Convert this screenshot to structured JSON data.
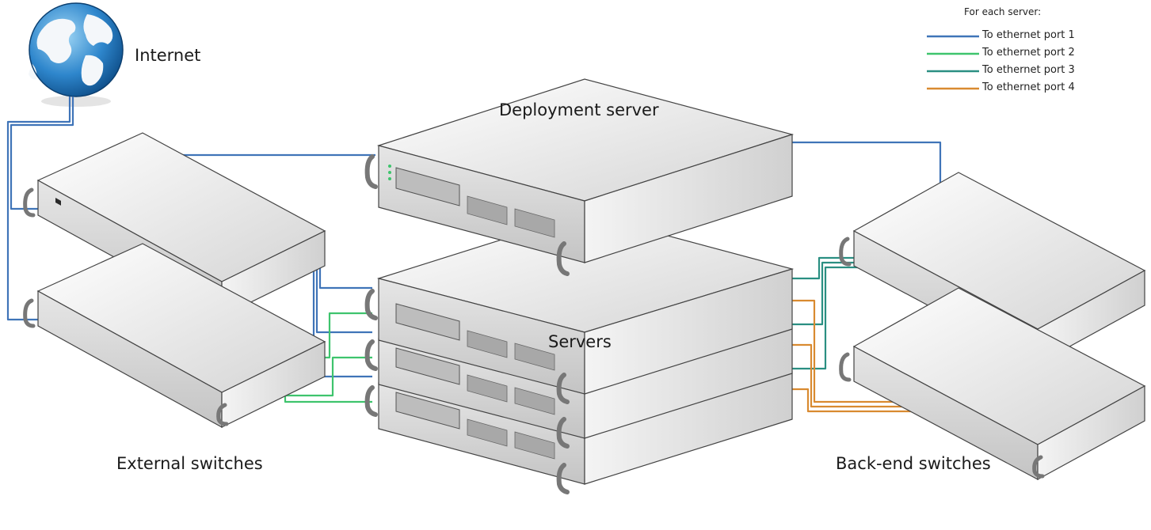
{
  "labels": {
    "internet": "Internet",
    "deployment_server": "Deployment server",
    "servers": "Servers",
    "external_switches": "External switches",
    "backend_switches": "Back-end switches"
  },
  "legend": {
    "title": "For each server:",
    "items": [
      {
        "label": "To ethernet port 1",
        "color": "#3f74b8"
      },
      {
        "label": "To ethernet port 2",
        "color": "#3ec46d"
      },
      {
        "label": "To ethernet port 3",
        "color": "#2a8f82"
      },
      {
        "label": "To ethernet port 4",
        "color": "#d98a30"
      }
    ]
  },
  "colors": {
    "port1": "#3f74b8",
    "port2": "#3ec46d",
    "port3": "#2a8f82",
    "port4": "#d98a30",
    "chassis_light": "#f2f2f2",
    "chassis_mid": "#d6d6d6",
    "chassis_dark": "#b9b9b9"
  },
  "icons": {
    "internet": "globe-icon",
    "server": "rack-server-icon",
    "switch": "network-switch-icon"
  }
}
